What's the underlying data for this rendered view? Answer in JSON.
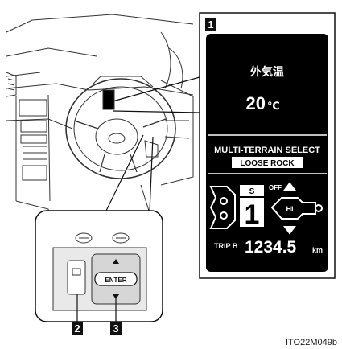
{
  "callouts": {
    "one": "1",
    "two": "2",
    "three": "3"
  },
  "display": {
    "outside_temp_label": "外気温",
    "temperature": "20",
    "temp_unit": "℃",
    "terrain_title": "MULTI-TERRAIN SELECT",
    "terrain_mode": "LOOSE ROCK",
    "gear_indicator": "1",
    "gear_small": "S",
    "off_label": "OFF",
    "hi_label": "HI",
    "trip_label": "TRIP B",
    "trip_value": "1234.5",
    "trip_unit": "km"
  },
  "switch": {
    "enter_label": "ENTER"
  },
  "figure_id": "ITO22M049b",
  "colors": {
    "display_bg": "#000000",
    "display_fg": "#ffffff",
    "line": "#111111"
  }
}
